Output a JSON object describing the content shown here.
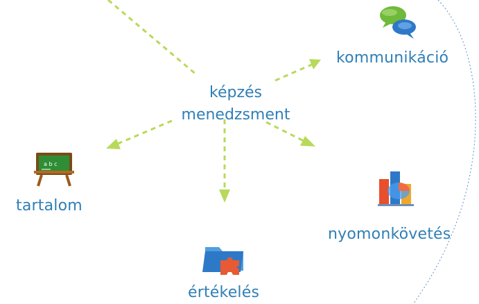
{
  "diagram": {
    "center": {
      "line1": "képzés",
      "line2": "menedzsment"
    },
    "nodes": {
      "communication": {
        "label": "kommunikáció",
        "icon": "speech-bubbles-icon"
      },
      "content": {
        "label": "tartalom",
        "icon": "chalkboard-icon"
      },
      "tracking": {
        "label": "nyomonkövetés",
        "icon": "chart-icon"
      },
      "evaluation": {
        "label": "értékelés",
        "icon": "folder-puzzle-icon"
      }
    },
    "colors": {
      "text": "#2f7fb6",
      "arrow": "#b8d95a",
      "arc": "#5a8ed0"
    }
  }
}
